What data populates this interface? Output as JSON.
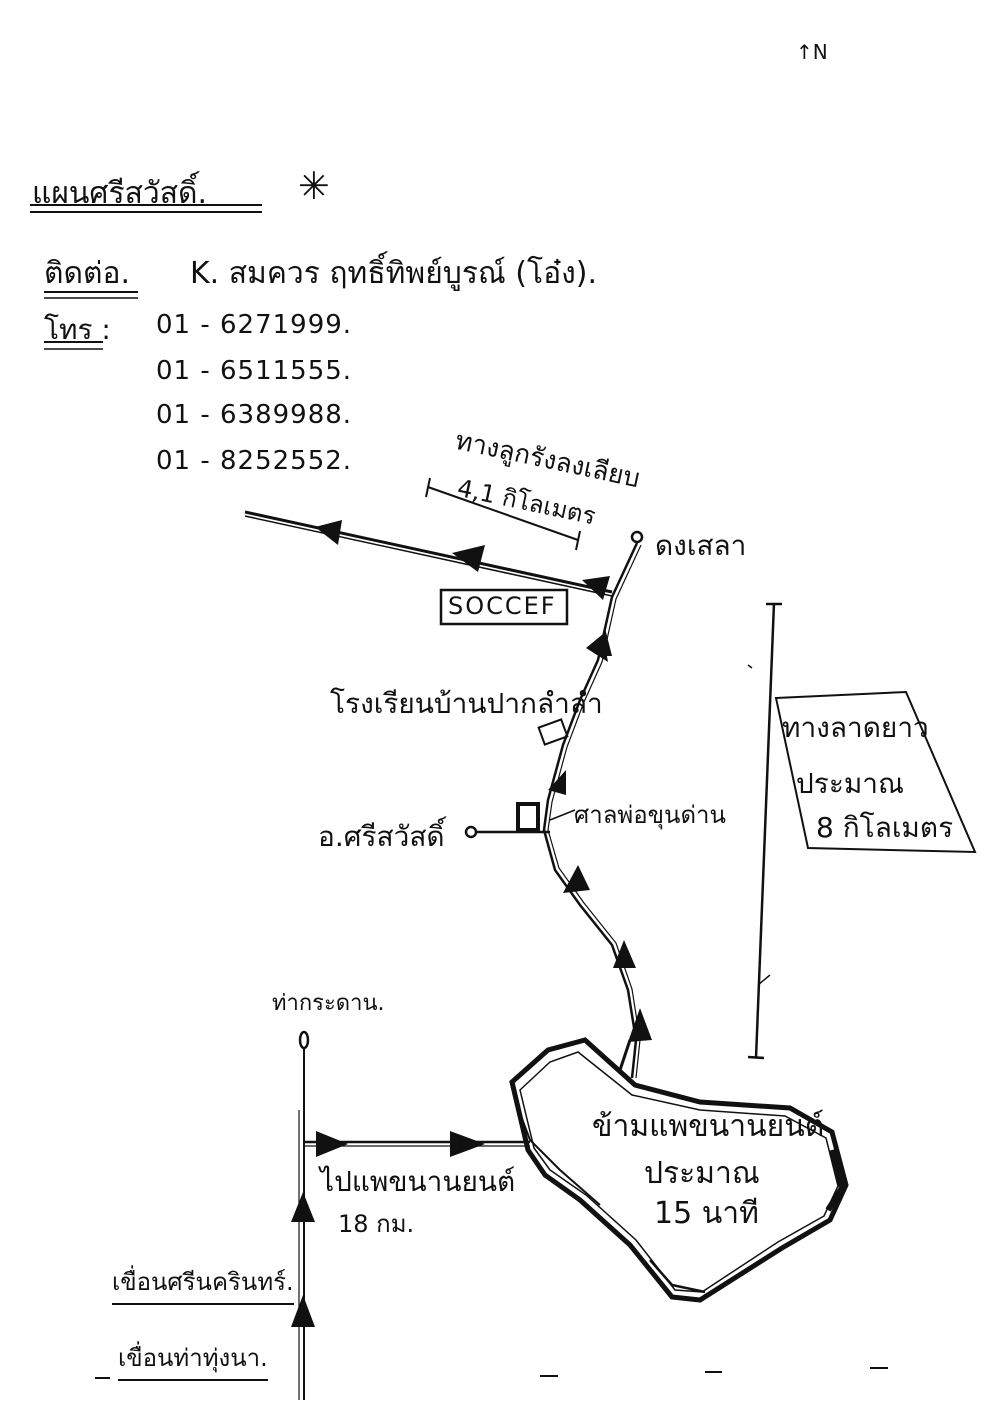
{
  "north": "↑N",
  "title": "แผนศรีสวัสดิ์.",
  "title_mark": "✳",
  "contact": {
    "label": "ติดต่อ.",
    "name": "K. สมควร ฤทธิ์ทิพย์บูรณ์ (โอ๋ง).",
    "phone_label": "โทร :",
    "phones": [
      "01 - 6271999.",
      "01 - 6511555.",
      "01 - 6389988.",
      "01 - 8252552."
    ]
  },
  "labels": {
    "road_top": "ทางลูกรังลงเลียบ",
    "distance_top": "4,1 กิโลเมตร",
    "dongsala": "ดงเสลา",
    "soccef": "SOCCEF",
    "school": "โรงเรียนบ้านปากลำลำ",
    "amphoe": "อ.ศรีสวัสดิ์",
    "shrine": "ศาลพ่อขุนด่าน",
    "slope_note_1": "ทางลาดยาว",
    "slope_note_2": "ประมาณ",
    "slope_note_3": "8 กิโลเมตร",
    "tha_kradan": "ท่ากระดาน.",
    "ferry_1": "ข้ามแพขนานยนต์",
    "ferry_2": "ประมาณ",
    "ferry_3": "15 นาที",
    "to_ferry": "ไปแพขนานยนต์",
    "km18": "18 กม.",
    "dam1": "เขื่อนศรีนครินทร์.",
    "dam2": "เขื่อนท่าทุ่งนา."
  },
  "colors": {
    "ink": "#111111",
    "paper": "#ffffff"
  }
}
